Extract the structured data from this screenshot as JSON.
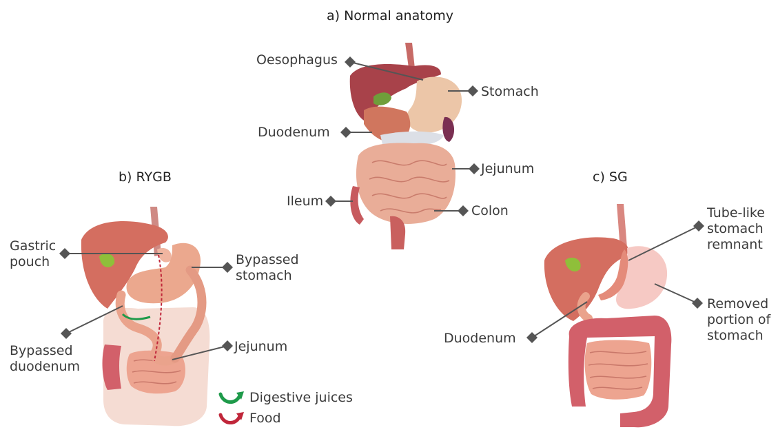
{
  "panels": {
    "normal": {
      "title": "a) Normal anatomy",
      "labels": {
        "oesophagus": "Oesophagus",
        "stomach": "Stomach",
        "duodenum": "Duodenum",
        "jejunum": "Jejunum",
        "ileum": "Ileum",
        "colon": "Colon"
      }
    },
    "rygb": {
      "title": "b) RYGB",
      "labels": {
        "gastric_pouch": [
          "Gastric",
          "pouch"
        ],
        "bypassed_stomach": [
          "Bypassed",
          "stomach"
        ],
        "bypassed_duodenum": [
          "Bypassed",
          "duodenum"
        ],
        "jejunum": "Jejunum"
      }
    },
    "sg": {
      "title": "c) SG",
      "labels": {
        "tube_stomach": [
          "Tube-like",
          "stomach",
          "remnant"
        ],
        "removed_portion": [
          "Removed",
          "portion of",
          "stomach"
        ],
        "duodenum": "Duodenum"
      }
    }
  },
  "legend": {
    "digestive_juices": "Digestive juices",
    "food": "Food"
  },
  "colors": {
    "liver": "#b24a44",
    "stomach": "#e8a98c",
    "intestine": "#e79a8a",
    "colon": "#d2606a",
    "gallbladder": "#8fbf3a",
    "removed": "#f6c9c4",
    "juice_arrow": "#1e9a4a",
    "food_arrow": "#c0263a",
    "leader": "#555555"
  }
}
